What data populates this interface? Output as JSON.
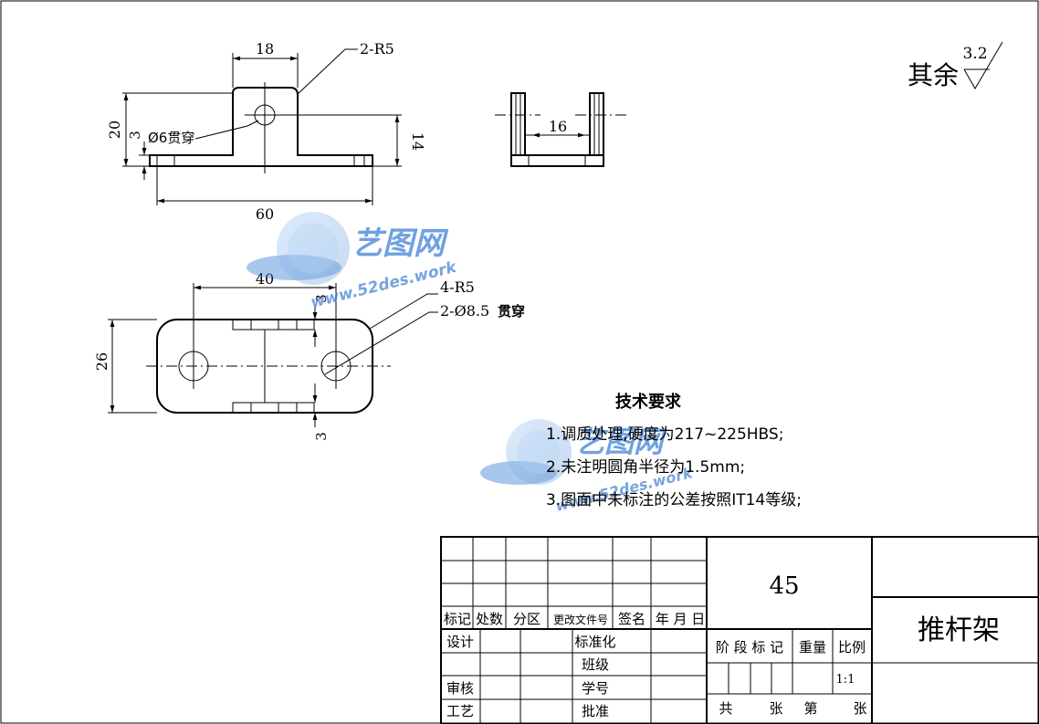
{
  "dims": {
    "top_width": "18",
    "top_radius": "2-R5",
    "height_total": "20",
    "height_base": "3",
    "hole_top": "Ø6贯穿",
    "height_right": "14",
    "length_total": "60",
    "side_gap": "16",
    "plan_span": "40",
    "plan_gap_top": "3",
    "plan_radius": "4-R5",
    "plan_holes_label": "2-Ø8.5",
    "plan_holes_through": "贯穿",
    "plan_width": "26",
    "plan_gap_bottom": "3"
  },
  "roughness": {
    "label": "其余",
    "value": "3.2"
  },
  "watermark": {
    "cn": "艺图网",
    "url": "www.52des.work"
  },
  "tech": {
    "heading": "技术要求",
    "items": [
      "1.调质处理,硬度为217~225HBS;",
      "2.未注明圆角半径为1.5mm;",
      "3.图面中未标注的公差按照IT14等级;"
    ]
  },
  "title_block": {
    "material": "45",
    "part_name": "推杆架",
    "rev_headers": [
      "标记",
      "处数",
      "分区",
      "更改文件号",
      "签名",
      "年 月 日"
    ],
    "left_labels": [
      "设计",
      "审核",
      "工艺"
    ],
    "mid_labels": [
      "标准化",
      "班级",
      "学号",
      "批准"
    ],
    "stage_label": "阶 段 标 记",
    "weight_label": "重量",
    "scale_label": "比例",
    "scale_value": "1:1",
    "sheets": [
      "共",
      "张",
      "第",
      "张"
    ]
  }
}
